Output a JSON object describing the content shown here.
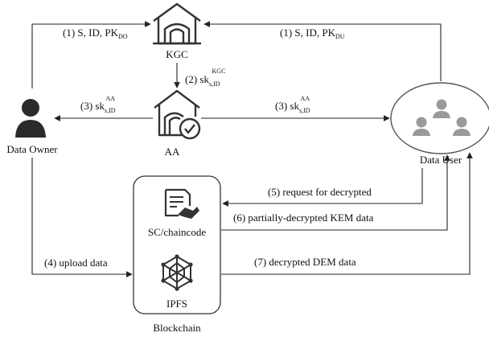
{
  "entities": {
    "kgc": "KGC",
    "aa": "AA",
    "owner": "Data Owner",
    "user": "Data User",
    "sc": "SC/chaincode",
    "ipfs": "IPFS",
    "blockchain": "Blockchain"
  },
  "edges": {
    "e1_owner_kgc": {
      "main": "(1) S, ID, PK",
      "sub": "DO"
    },
    "e1_user_kgc": {
      "main": "(1) S, ID, PK",
      "sub": "DU"
    },
    "e2_kgc_aa": {
      "main": "(2) sk",
      "sub": "s,ID",
      "sup": "KGC"
    },
    "e3_aa_owner": {
      "main": "(3) sk",
      "sub": "s,ID",
      "sup": "AA"
    },
    "e3_aa_user": {
      "main": "(3) sk",
      "sub": "s,ID",
      "sup": "AA"
    },
    "e4_upload": "(4) upload data",
    "e5_request": "(5) request for decrypted",
    "e6_partial": "(6) partially-decrypted KEM data",
    "e7_dem": "(7) decrypted DEM data"
  },
  "colors": {
    "stroke": "#222222",
    "icon": "#333333",
    "people": "#9a9a9a",
    "owner": "#2b2b2b"
  },
  "icons": {
    "kgc": "house-icon",
    "aa": "house-check-icon",
    "owner": "person-icon",
    "user": "group-icon",
    "sc": "contract-handshake-icon",
    "ipfs": "network-cube-icon"
  }
}
